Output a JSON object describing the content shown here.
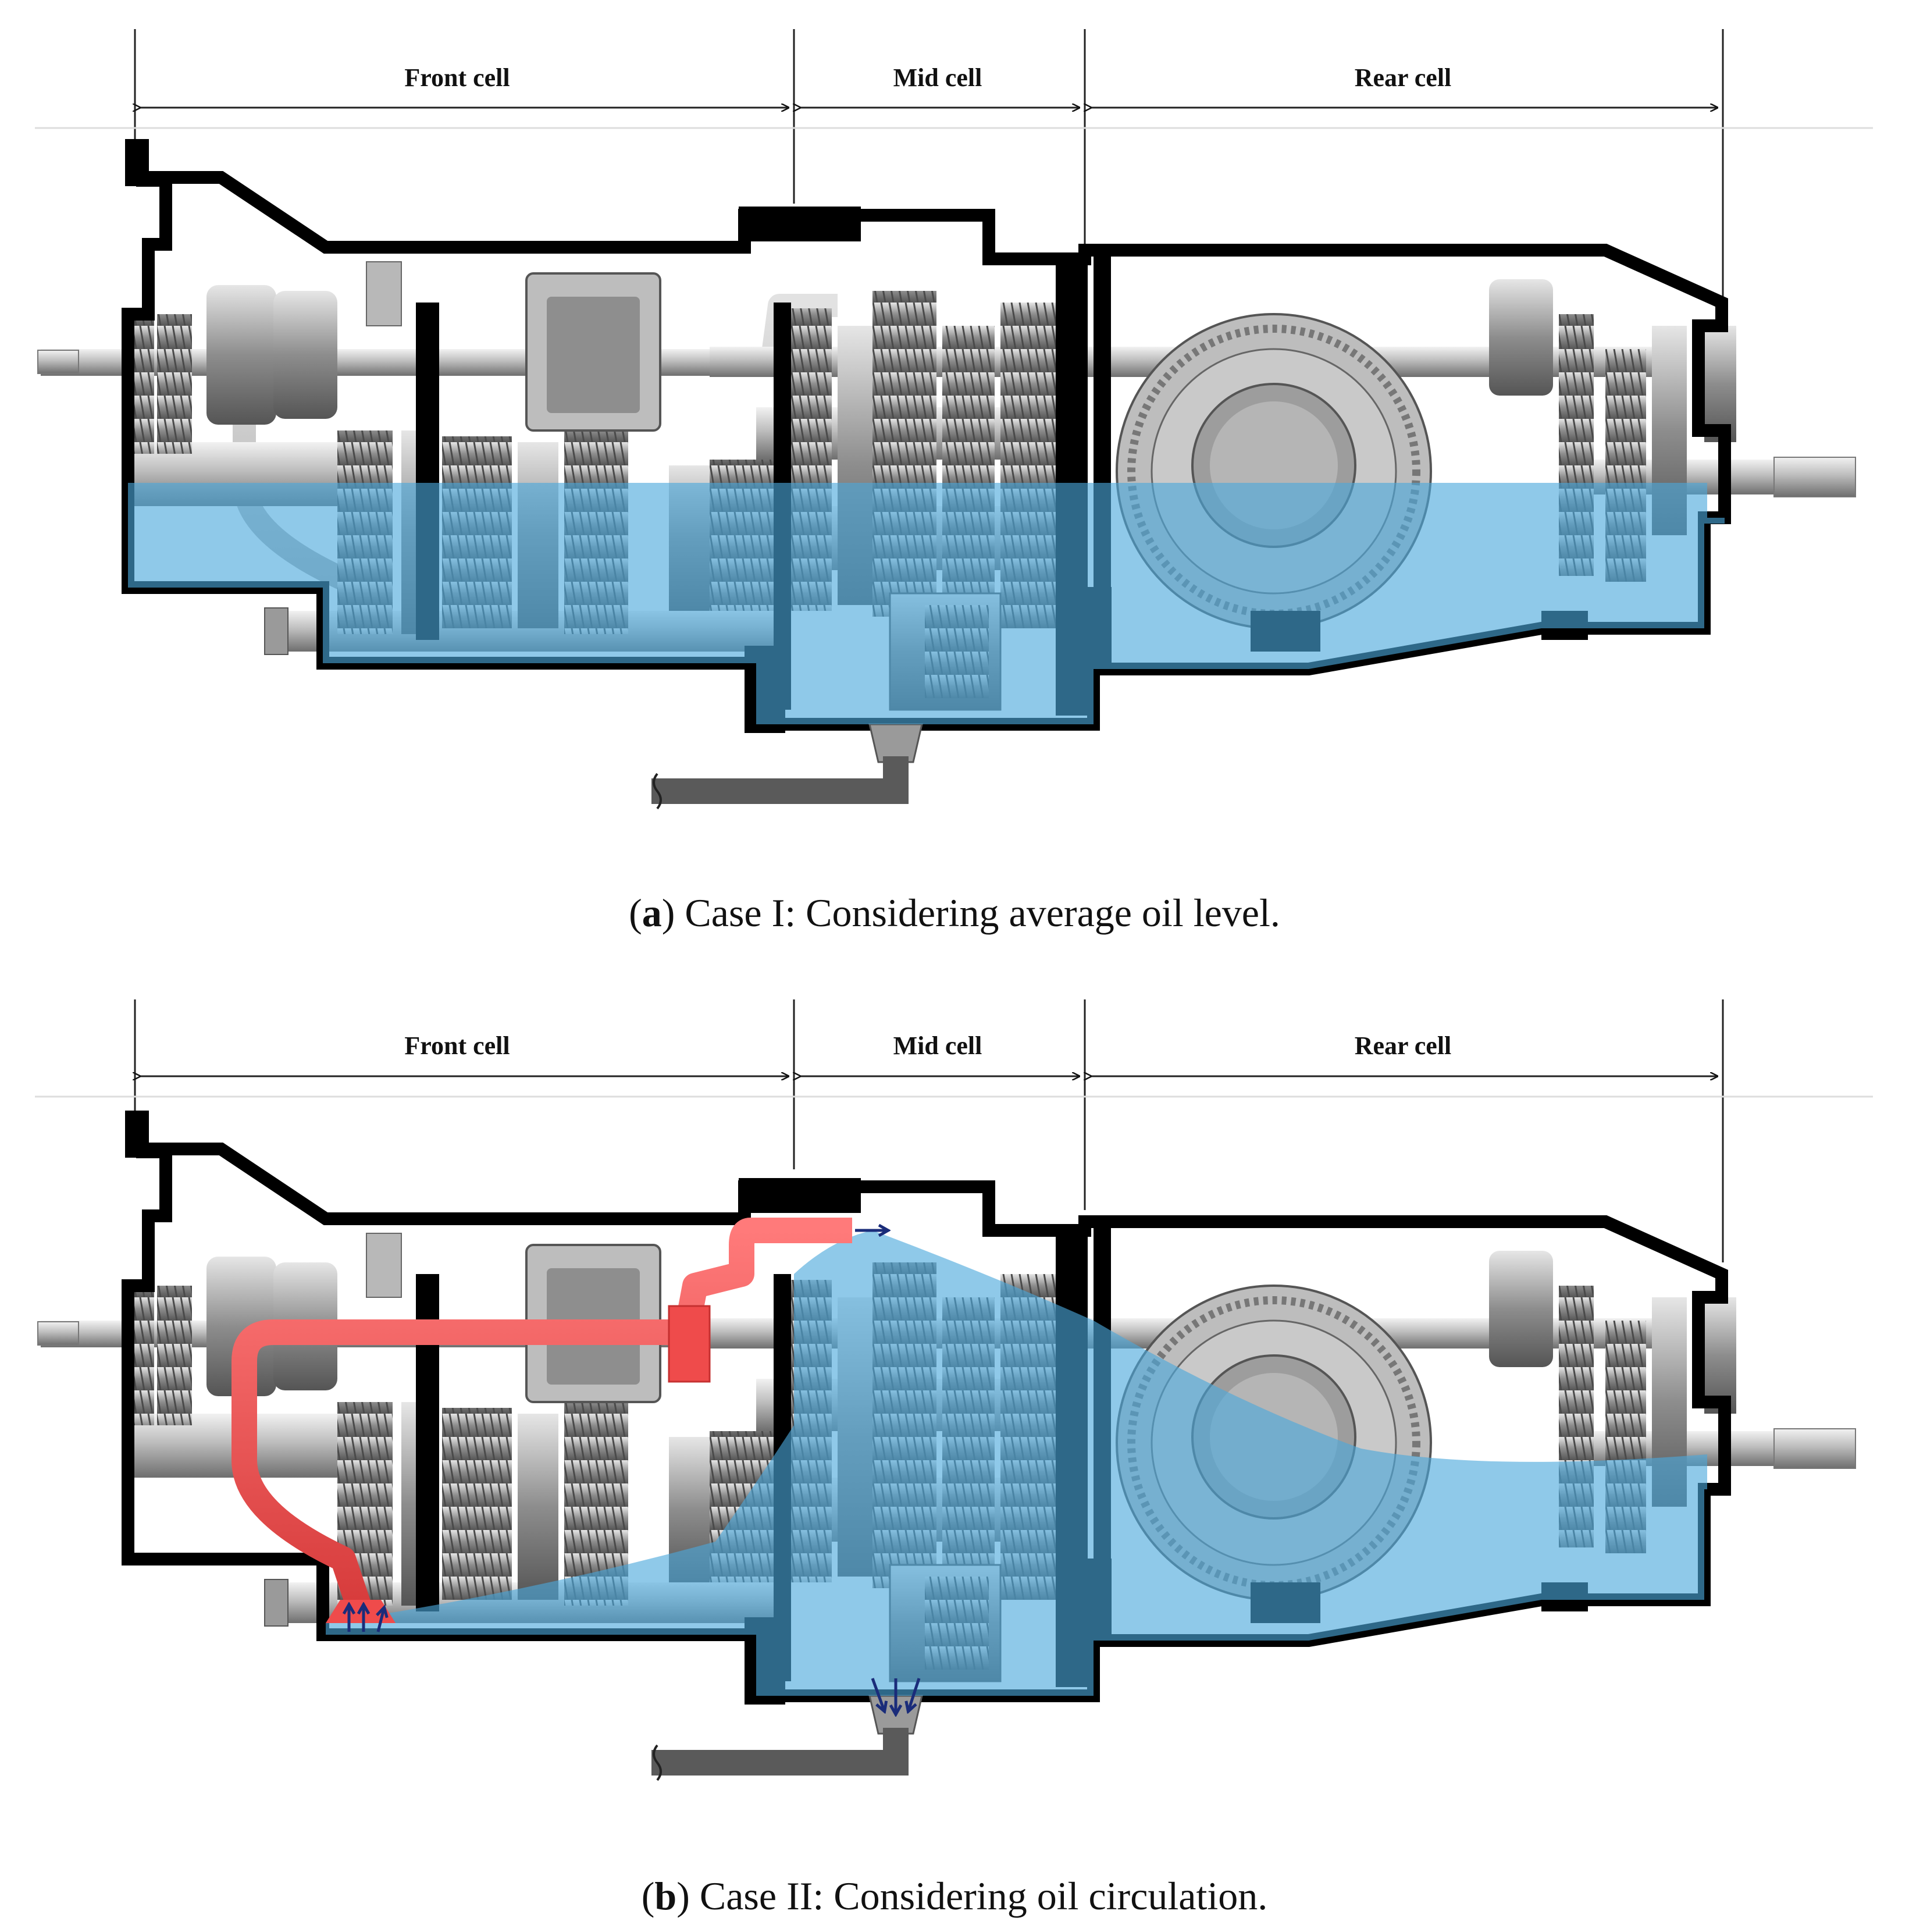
{
  "colors": {
    "oil": "#4aa8dc",
    "housing": "#000000",
    "metal": "#9a9a9a",
    "pipe_gray": "#c4c4c4",
    "pipe_red": "#ef4b4b",
    "flow_arrow": "#1a2c7a",
    "drain": "#5a5a5a"
  },
  "panels": [
    {
      "cells": {
        "front": "Front cell",
        "mid": "Mid cell",
        "rear": "Rear cell"
      },
      "caption": {
        "letter": "a",
        "text": ") Case I: Considering average oil level."
      }
    },
    {
      "cells": {
        "front": "Front cell",
        "mid": "Mid cell",
        "rear": "Rear cell"
      },
      "caption": {
        "letter": "b",
        "text": ") Case II: Considering oil circulation."
      }
    }
  ],
  "caption_open": "("
}
